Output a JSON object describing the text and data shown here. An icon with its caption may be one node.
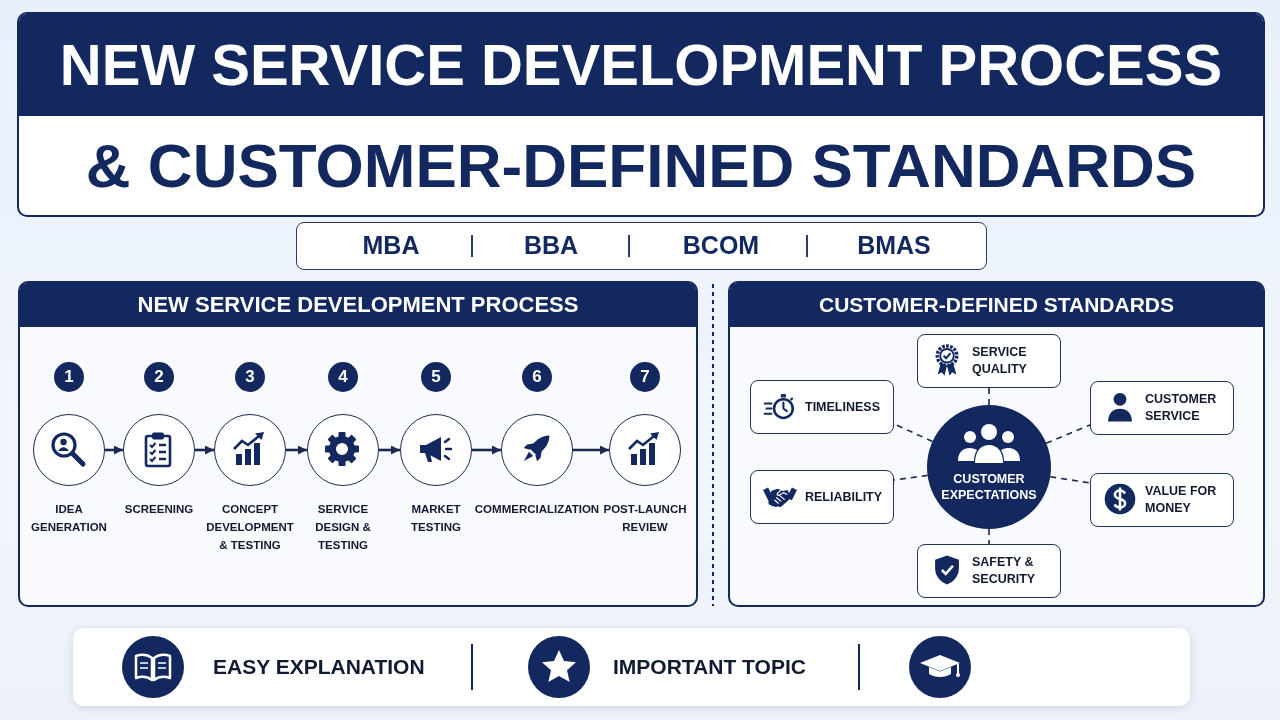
{
  "diagram": {
    "nodes": [
      {
        "text": [
          "NEW SERVICE DEVELOPMENT PROCESS",
          "& CUSTOMER-DEFINED STANDARDS"
        ]
      },
      {
        "text": [
          "MBA",
          "BBA",
          "BCOM",
          "BMAS"
        ]
      },
      {
        "text": [
          "NEW SERVICE DEVELOPMENT PROCESS"
        ]
      },
      {
        "text": [
          "1"
        ],
        "in": 2
      },
      {
        "text": [],
        "shape": "circle",
        "in": 2,
        "beside": [
          "IDEA GENERATION"
        ]
      },
      {
        "text": [
          "2"
        ],
        "in": 2
      },
      {
        "text": [],
        "shape": "circle",
        "in": 2,
        "beside": [
          "SCREENING"
        ]
      },
      {
        "text": [
          "3"
        ],
        "in": 2
      },
      {
        "text": [],
        "shape": "circle",
        "in": 2,
        "beside": [
          "CONCEPT DEVELOPMENT & TESTING"
        ]
      },
      {
        "text": [
          "4"
        ],
        "in": 2
      },
      {
        "text": [],
        "shape": "circle",
        "in": 2,
        "beside": [
          "SERVICE DESIGN & TESTING"
        ]
      },
      {
        "text": [
          "5"
        ],
        "in": 2
      },
      {
        "text": [],
        "shape": "circle",
        "in": 2,
        "beside": [
          "MARKET TESTING"
        ]
      },
      {
        "text": [
          "6"
        ],
        "in": 2
      },
      {
        "text": [],
        "shape": "circle",
        "in": 2,
        "beside": [
          "COMMERCIALIZATION"
        ]
      },
      {
        "text": [
          "7"
        ],
        "in": 2
      },
      {
        "text": [],
        "shape": "circle",
        "in": 2,
        "beside": [
          "POST-LAUNCH REVIEW"
        ]
      },
      {
        "text": [
          "CUSTOMER-DEFINED STANDARDS"
        ]
      },
      {
        "text": [
          "SERVICE QUALITY"
        ],
        "in": 17
      },
      {
        "text": [
          "TIMELINESS"
        ],
        "in": 17
      },
      {
        "text": [
          "CUSTOMER SERVICE"
        ],
        "in": 17
      },
      {
        "text": [
          "CUSTOMER EXPECTATIONS"
        ],
        "in": 17
      },
      {
        "text": [
          "RELIABILITY"
        ],
        "in": 17
      },
      {
        "text": [
          "VALUE FOR MONEY"
        ],
        "in": 17
      },
      {
        "text": [
          "SAFETY & SECURITY"
        ],
        "in": 17
      },
      {
        "text": [
          "EASY EXPLANATION",
          "IMPORTANT TOPIC"
        ]
      }
    ],
    "edges": [
      {
        "from": 4,
        "to": 6,
        "arrow": "to"
      },
      {
        "from": 6,
        "to": 8,
        "arrow": "to"
      },
      {
        "from": 8,
        "to": 10,
        "arrow": "to"
      },
      {
        "from": 10,
        "to": 12,
        "arrow": "to"
      },
      {
        "from": 12,
        "to": 14,
        "arrow": "to"
      },
      {
        "from": 14,
        "to": 16,
        "arrow": "to"
      },
      {
        "from": 21,
        "to": 18,
        "arrow": "none",
        "style": "dashed"
      },
      {
        "from": 21,
        "to": 19,
        "arrow": "none",
        "style": "dashed"
      },
      {
        "from": 21,
        "to": 20,
        "arrow": "none",
        "style": "dashed"
      },
      {
        "from": 21,
        "to": 22,
        "arrow": "none",
        "style": "dashed"
      },
      {
        "from": 21,
        "to": 23,
        "arrow": "none",
        "style": "dashed"
      },
      {
        "from": 21,
        "to": 24,
        "arrow": "none",
        "style": "dashed"
      }
    ]
  }
}
